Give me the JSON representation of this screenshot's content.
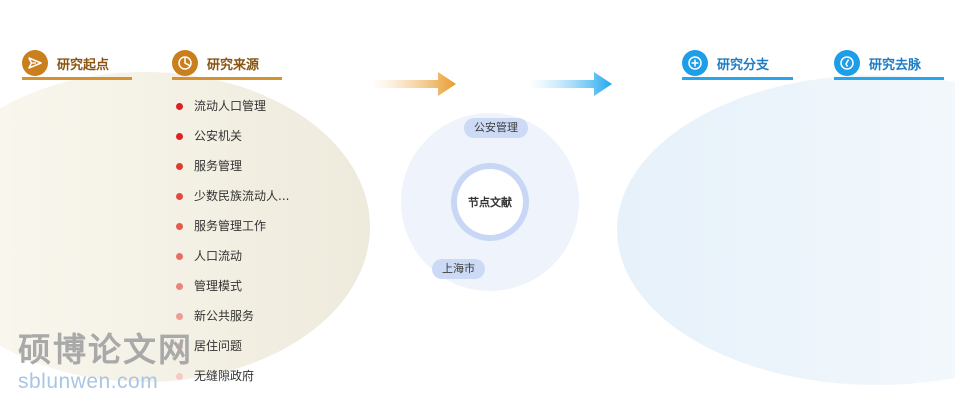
{
  "headers": {
    "start": {
      "label": "研究起点",
      "icon": "paper-plane-icon"
    },
    "source": {
      "label": "研究来源",
      "icon": "pie-chart-icon"
    },
    "branch": {
      "label": "研究分支",
      "icon": "add-circle-icon"
    },
    "trace": {
      "label": "研究去脉",
      "icon": "compass-icon"
    }
  },
  "sources": [
    {
      "label": "流动人口管理",
      "color": "#e02020"
    },
    {
      "label": "公安机关",
      "color": "#e02020"
    },
    {
      "label": "服务管理",
      "color": "#e43a2e"
    },
    {
      "label": "少数民族流动人...",
      "color": "#e5493c"
    },
    {
      "label": "服务管理工作",
      "color": "#e65a4c"
    },
    {
      "label": "人口流动",
      "color": "#e86f61"
    },
    {
      "label": "管理模式",
      "color": "#ea8577"
    },
    {
      "label": "新公共服务",
      "color": "#ee9c92"
    },
    {
      "label": "居住问题",
      "color": "#f2b3aa"
    },
    {
      "label": "无缝隙政府",
      "color": "#f6c9c2"
    }
  ],
  "hub": {
    "label": "节点文献",
    "tags": [
      "公安管理",
      "上海市"
    ]
  },
  "watermark": {
    "cn": "硕博论文网",
    "en": "sblunwen.com"
  },
  "colors": {
    "orange_accent": "#d6922e",
    "blue_accent": "#28a6ec"
  }
}
